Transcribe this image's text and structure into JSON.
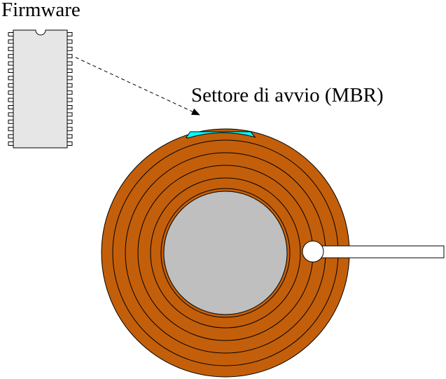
{
  "labels": {
    "firmware": "Firmware",
    "boot_sector": "Settore di avvio (MBR)"
  },
  "chip": {
    "pins_per_side": 16
  },
  "disk": {
    "track_count": 5
  },
  "colors": {
    "platter": "#c35f0a",
    "hub": "#bfbfbf",
    "boot_sector": "#00ffff",
    "chip_body": "#e6e6e6",
    "head": "#ffffff",
    "stroke": "#000000"
  }
}
